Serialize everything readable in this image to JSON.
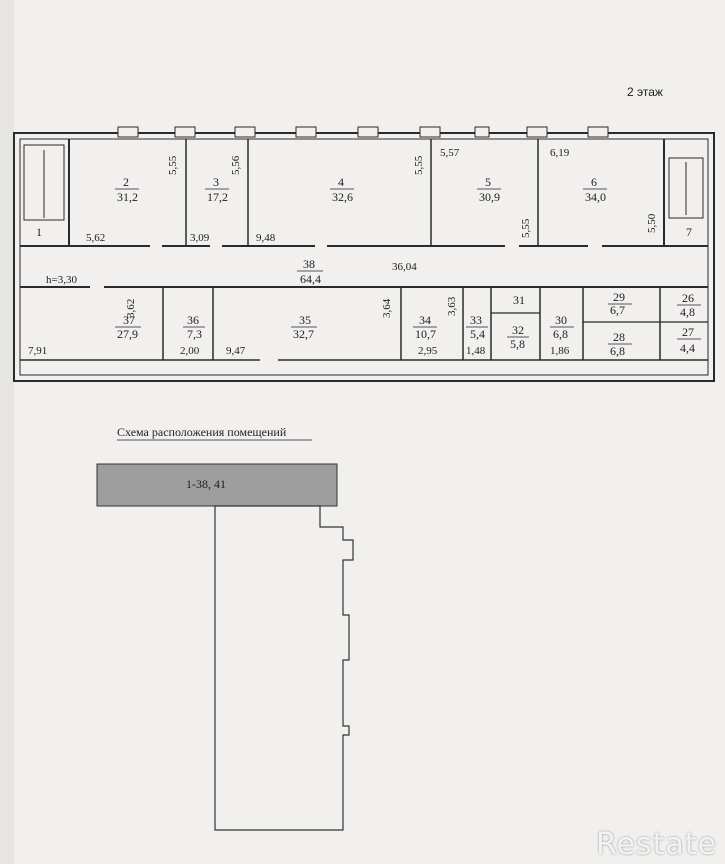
{
  "floor_label": "2 этаж",
  "height_label": "h=3,30",
  "rooms": [
    {
      "id": "room-1",
      "number": "1",
      "area": ""
    },
    {
      "id": "room-2",
      "number": "2",
      "area": "31,2"
    },
    {
      "id": "room-3",
      "number": "3",
      "area": "17,2"
    },
    {
      "id": "room-4",
      "number": "4",
      "area": "32,6"
    },
    {
      "id": "room-5",
      "number": "5",
      "area": "30,9"
    },
    {
      "id": "room-6",
      "number": "6",
      "area": "34,0"
    },
    {
      "id": "room-7",
      "number": "7",
      "area": ""
    },
    {
      "id": "room-38",
      "number": "38",
      "area": "64,4"
    },
    {
      "id": "room-37",
      "number": "37",
      "area": "27,9"
    },
    {
      "id": "room-36",
      "number": "36",
      "area": "7,3"
    },
    {
      "id": "room-35",
      "number": "35",
      "area": "32,7"
    },
    {
      "id": "room-34",
      "number": "34",
      "area": "10,7"
    },
    {
      "id": "room-33",
      "number": "33",
      "area": "5,4"
    },
    {
      "id": "room-31",
      "number": "31",
      "area": ""
    },
    {
      "id": "room-32",
      "number": "32",
      "area": "5,8"
    },
    {
      "id": "room-30",
      "number": "30",
      "area": "6,8"
    },
    {
      "id": "room-29",
      "number": "29",
      "area": "6,7"
    },
    {
      "id": "room-28",
      "number": "28",
      "area": "6,8"
    },
    {
      "id": "room-26",
      "number": "26",
      "area": "4,8"
    },
    {
      "id": "room-27",
      "number": "27",
      "area": "4,4"
    }
  ],
  "dimensions": {
    "d1": "5,55",
    "d2": "5,56",
    "d3": "5,55",
    "d4": "5,57",
    "d5": "6,19",
    "d6": "5,62",
    "d7": "3,09",
    "d8": "9,48",
    "d9": "5,55",
    "d10": "5,50",
    "d11": "36,04",
    "d12": "3,62",
    "d13": "3,64",
    "d14": "3,63",
    "d15": "7,91",
    "d16": "2,00",
    "d17": "9,47",
    "d18": "2,95",
    "d19": "1,48",
    "d20": "1,86"
  },
  "scheme_title": "Схема расположения помещений",
  "scheme_label": "1-38, 41",
  "watermark": "Restate"
}
